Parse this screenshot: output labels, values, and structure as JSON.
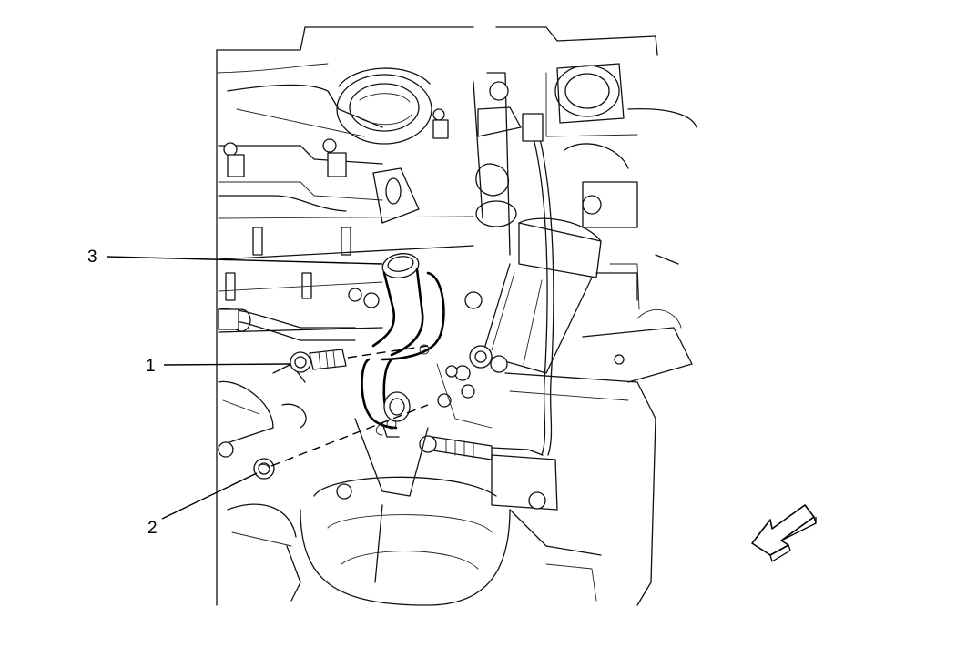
{
  "callouts": [
    {
      "id": "1",
      "label": "1"
    },
    {
      "id": "2",
      "label": "2"
    },
    {
      "id": "3",
      "label": "3"
    }
  ],
  "direction_arrow": {
    "icon": "view-direction-arrow-icon"
  }
}
